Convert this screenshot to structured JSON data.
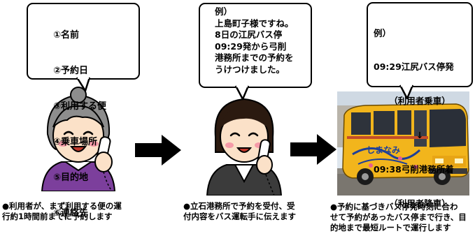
{
  "step1": {
    "bubble_lines": [
      "①名前",
      "②予約日",
      "③利用する便",
      "④乗車場所",
      "⑤目的地",
      "⑥連絡先"
    ],
    "caption": "●利用者が、まず利用する便の運\n行約1時間前までに予約します"
  },
  "step2": {
    "bubble_text": "例）\n上島町子様ですね。\n8日の江尻バス停\n09:29発から弓削\n港務所までの予約を\nうけつけました。",
    "caption": "●立石港務所で予約を受付、受\n付内容をバス運転手に伝えます"
  },
  "step3": {
    "example_label": "例）",
    "line1": "09:29江尻バス停発",
    "line1_note": "（利用者乗車）",
    "down_arrow": "↓",
    "line2": "09:38弓削港務所着",
    "line2_note": "（利用者降車）",
    "bus_side_text": "しまなみ",
    "caption": "●予約に基づきバス停発時刻に合わ\nせて予約があったバス停まで行き、目\n的地まで最短ルートで運行します"
  },
  "colors": {
    "bus_yellow": "#f2b51c",
    "hair_gray": "#8d8d8d",
    "sweater_purple": "#7c3f9c",
    "uniform_dark": "#3b3b3b",
    "cheek_pink": "#f59aa8",
    "arrow_black": "#000000"
  }
}
